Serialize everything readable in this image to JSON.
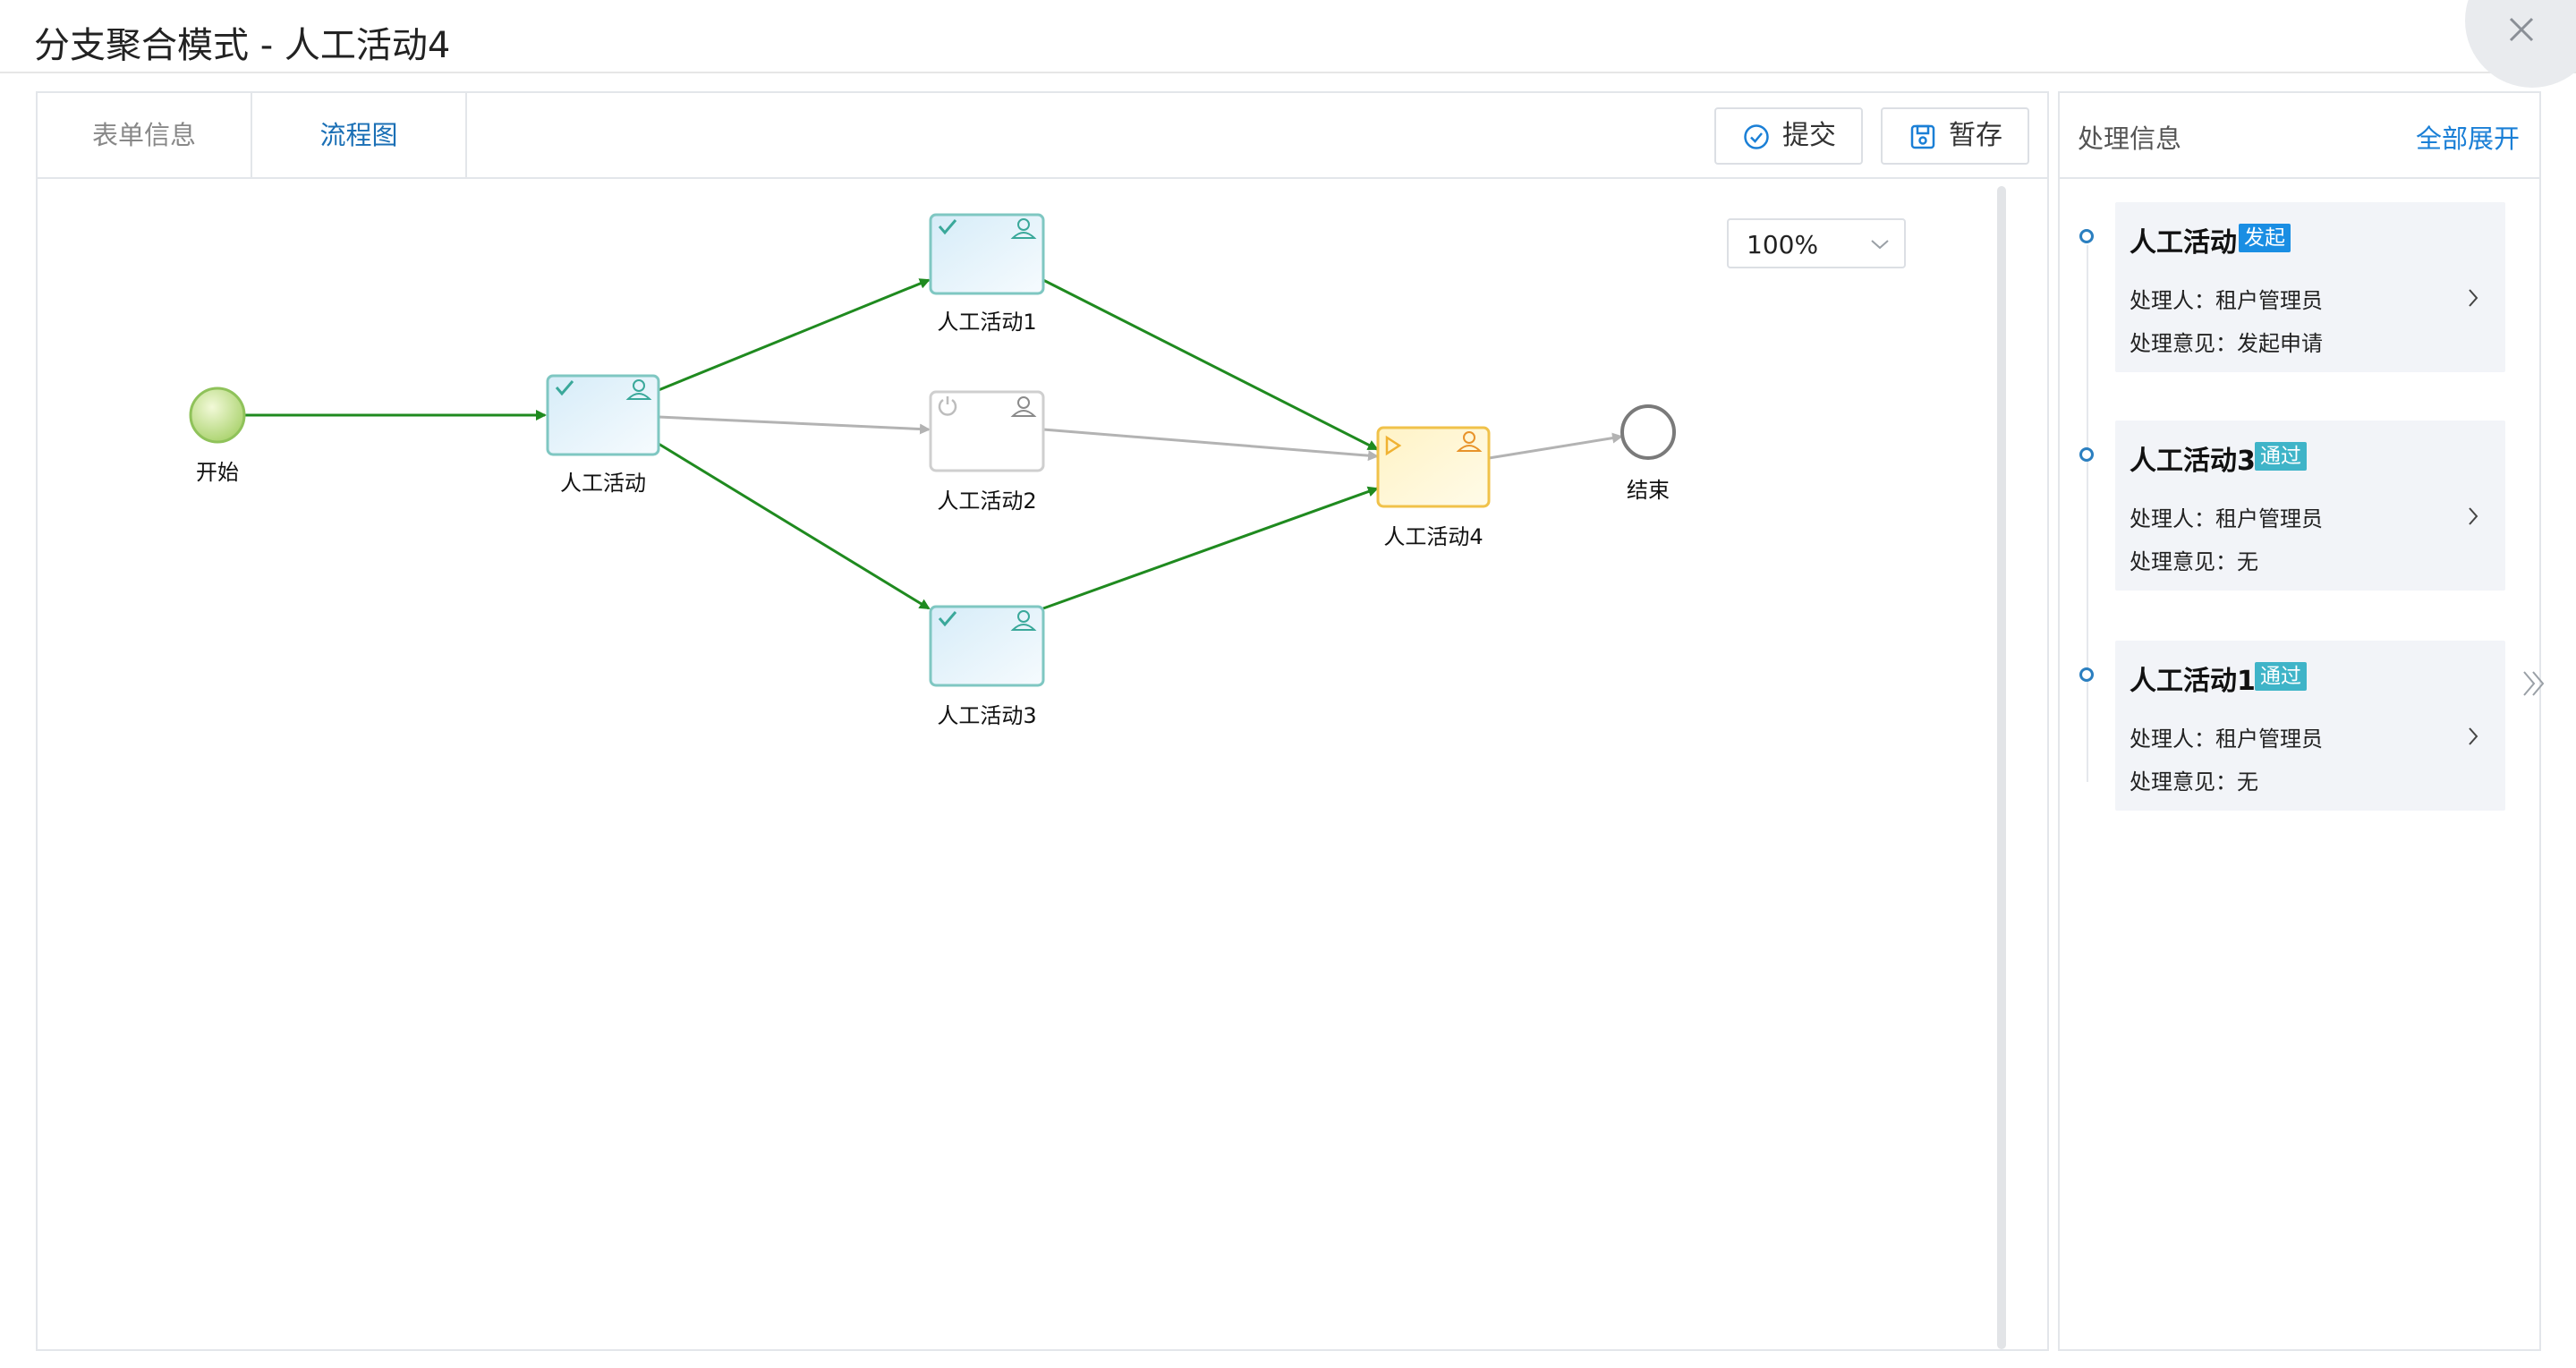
{
  "window": {
    "title": "分支聚合模式 - 人工活动4",
    "close_icon": "close-icon"
  },
  "tabs": [
    {
      "label": "表单信息",
      "active": false
    },
    {
      "label": "流程图",
      "active": true
    }
  ],
  "toolbar": {
    "submit_label": "提交",
    "save_label": "暂存"
  },
  "zoom": {
    "value": "100%"
  },
  "flow": {
    "nodes": {
      "start": {
        "label": "开始",
        "state": "completed"
      },
      "task0": {
        "label": "人工活动",
        "state": "completed"
      },
      "task1": {
        "label": "人工活动1",
        "state": "completed"
      },
      "task2": {
        "label": "人工活动2",
        "state": "inactive"
      },
      "task3": {
        "label": "人工活动3",
        "state": "completed"
      },
      "task4": {
        "label": "人工活动4",
        "state": "current"
      },
      "end": {
        "label": "结束",
        "state": "pending"
      }
    },
    "colors": {
      "done_edge": "#1f8a1f",
      "pending_edge": "#b3b3b3",
      "done_task_border": "#7fc7c2",
      "current_task_border": "#f0c24a",
      "start_fill": "#b9dd8a"
    }
  },
  "side": {
    "title": "处理信息",
    "expand_all": "全部展开",
    "records": [
      {
        "activity": "人工活动",
        "badge": "发起",
        "badge_type": "start",
        "handler": "处理人：租户管理员",
        "opinion": "处理意见：发起申请"
      },
      {
        "activity": "人工活动3",
        "badge": "通过",
        "badge_type": "pass",
        "handler": "处理人：租户管理员",
        "opinion": "处理意见：无"
      },
      {
        "activity": "人工活动1",
        "badge": "通过",
        "badge_type": "pass",
        "handler": "处理人：租户管理员",
        "opinion": "处理意见：无"
      }
    ]
  }
}
